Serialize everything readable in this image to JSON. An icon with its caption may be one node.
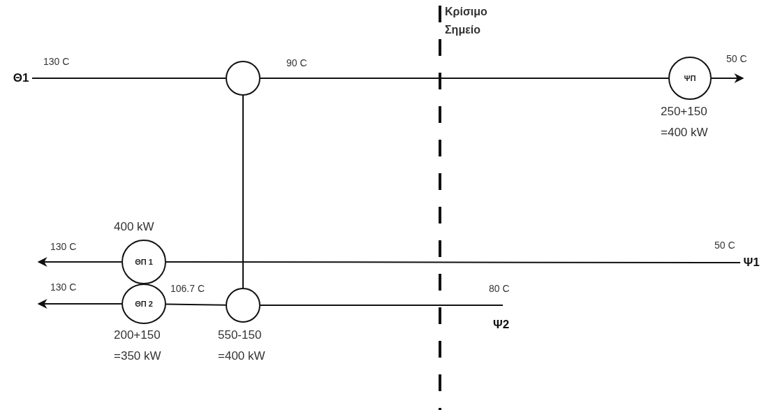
{
  "diagram": {
    "nodes": [
      {
        "text": [
          "Θ1"
        ]
      },
      {
        "text": [],
        "shape": "circle"
      },
      {
        "text": [
          "ΨΠ"
        ],
        "beside": [
          "250+150 =400 kW"
        ]
      },
      {
        "text": [
          "ΘΠ 1"
        ],
        "beside": [
          "400 kW"
        ]
      },
      {
        "text": [
          "Ψ1"
        ]
      },
      {
        "text": [
          "ΘΠ 2"
        ],
        "beside": [
          "200+150 =350 kW"
        ]
      },
      {
        "text": [],
        "shape": "circle",
        "beside": [
          "550-150 =400 kW"
        ]
      }
    ],
    "edges": [
      {
        "from": 0,
        "to": 1,
        "arrow": "none"
      },
      {
        "from": 1,
        "to": 2,
        "arrow": "none"
      },
      {
        "from": 2,
        "to": null,
        "arrow": "to"
      },
      {
        "from": 1,
        "to": 6,
        "arrow": "none"
      },
      {
        "from": 4,
        "to": 3,
        "arrow": "none"
      },
      {
        "from": 3,
        "to": null,
        "arrow": "to"
      },
      {
        "from": 6,
        "to": 5,
        "arrow": "none"
      },
      {
        "from": 5,
        "to": null,
        "arrow": "to"
      },
      {
        "from": null,
        "to": 6,
        "arrow": "none"
      }
    ],
    "labels": [
      "Κρίσιμο Σημείο",
      "130 C",
      "90 C",
      "50 C",
      "130 C",
      "50 C",
      "130 C",
      "106.7 C",
      "80 C",
      "Ψ2"
    ]
  }
}
